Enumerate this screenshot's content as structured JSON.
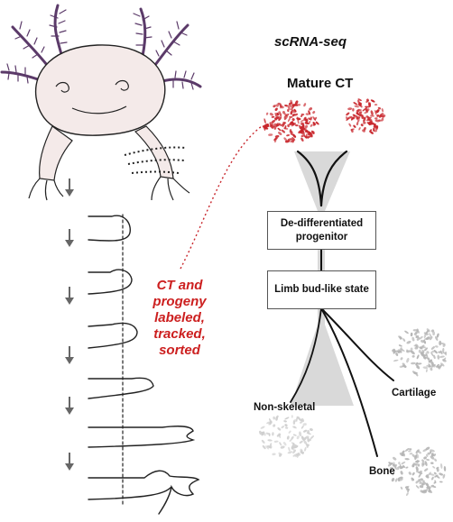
{
  "labels": {
    "method": "scRNA-seq",
    "mature": "Mature CT",
    "progenitor": "De-differentiated progenitor",
    "limb_bud": "Limb bud-like state",
    "tracking": "CT and progeny labeled, tracked, sorted",
    "non_skeletal": "Non-skeletal",
    "cartilage": "Cartilage",
    "bone": "Bone"
  },
  "colors": {
    "axolotl_body": "#f4eae9",
    "gills": "#5b3a69",
    "mature_cells": "#c8262c",
    "highlight_text": "#cc1f1f",
    "funnel": "#d9d9d9",
    "lineage_cells": "#b5b5b5",
    "arrows": "#666666"
  },
  "icons": {
    "animal": "axolotl-illustration",
    "stages": "limb-regeneration-stages",
    "cells": "cell-cluster"
  }
}
